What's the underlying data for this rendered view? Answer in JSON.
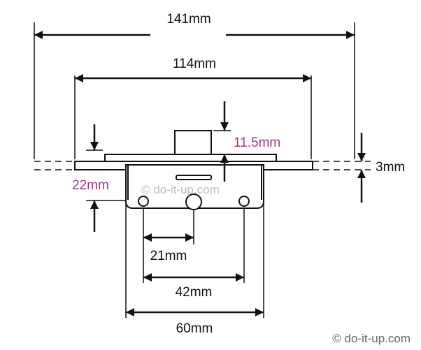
{
  "diagram": {
    "dimensions": {
      "overall_length": "141mm",
      "plate_length": "114mm",
      "spindle_offset": "11.5mm",
      "plate_thickness": "3mm",
      "body_height": "22mm",
      "hole_spacing_21": "21mm",
      "hole_spacing_42": "42mm",
      "body_width": "60mm"
    },
    "watermark": "© do-it-up.com",
    "credit": "© do-it-up.com"
  },
  "colors": {
    "line": "#111111",
    "accent_label": "#a23a82",
    "watermark": "#bdbdbd",
    "credit": "#666666"
  }
}
